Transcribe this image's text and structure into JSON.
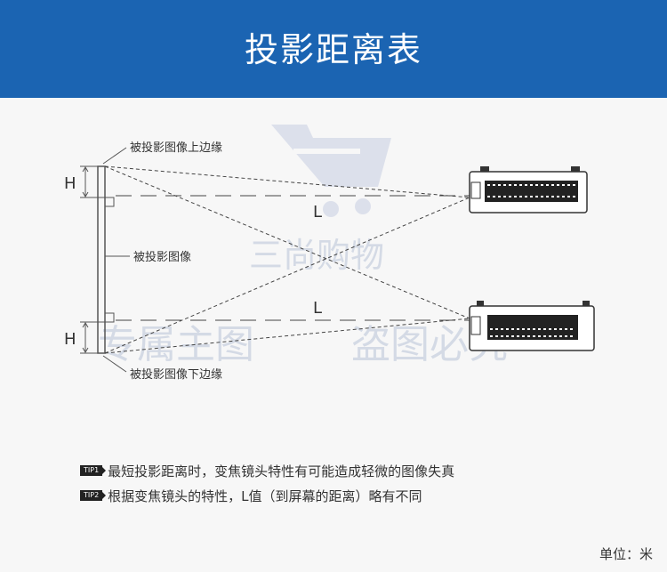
{
  "header": {
    "title": "投影距离表"
  },
  "diagram": {
    "labels": {
      "top_edge": "被投影图像上边缘",
      "image": "被投影图像",
      "bottom_edge": "被投影图像下边缘",
      "h_top": "H",
      "h_bottom": "H",
      "l_top": "L",
      "l_bottom": "L"
    },
    "watermark": {
      "brand": "三尚购物",
      "left_text": "专属主图",
      "right_text": "盗图必究"
    }
  },
  "tips": [
    {
      "badge": "TIP1",
      "text": "最短投影距离时，变焦镜头特性有可能造成轻微的图像失真"
    },
    {
      "badge": "TIP2",
      "text": "根据变焦镜头的特性，L值（到屏幕的距离）略有不同"
    }
  ],
  "footer": {
    "unit": "单位：米"
  },
  "colors": {
    "header_bg": "#1b64b2",
    "body_bg": "#f7f7f7"
  }
}
